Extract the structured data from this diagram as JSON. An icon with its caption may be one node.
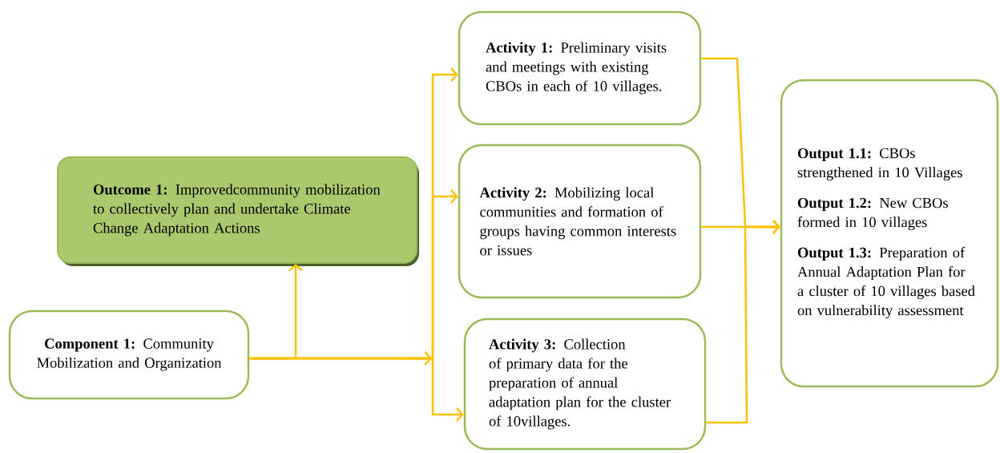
{
  "diagram": {
    "nodes": [
      {
        "text": [
          "**Outcome 1:** Improvedcommunity mobilization to collectively plan and undertake Climate Change Adaptation Actions"
        ]
      },
      {
        "text": [
          "**Component 1:** Community Mobilization and Organization"
        ]
      },
      {
        "text": [
          "**Activity 1:** Preliminary visits and meetings with existing CBOs in each of 10 villages."
        ]
      },
      {
        "text": [
          "**Activity 2:** Mobilizing local communities and formation of groups having common interests or issues"
        ]
      },
      {
        "text": [
          "**Activity 3:** Collection of primary data for the preparation of annual adaptation plan for the cluster of 10villages."
        ]
      },
      {
        "text": [
          "**Output 1.1:**  CBOs strengthened in 10 Villages",
          "**Output 1.2:** New CBOs formed in 10 villages",
          "**Output 1.3:** Preparation of Annual Adaptation Plan for a cluster of 10 villages based on vulnerability assessment"
        ]
      }
    ],
    "edges": [
      {
        "from": 1,
        "to": 0,
        "arrow": "to"
      },
      {
        "from": 1,
        "to": 2,
        "arrow": "to"
      },
      {
        "from": 1,
        "to": 3,
        "arrow": "to"
      },
      {
        "from": 1,
        "to": 4,
        "arrow": "to"
      },
      {
        "from": 2,
        "to": 5,
        "arrow": "to"
      },
      {
        "from": 3,
        "to": 5,
        "arrow": "to"
      },
      {
        "from": 4,
        "to": 5,
        "arrow": "to"
      }
    ]
  }
}
